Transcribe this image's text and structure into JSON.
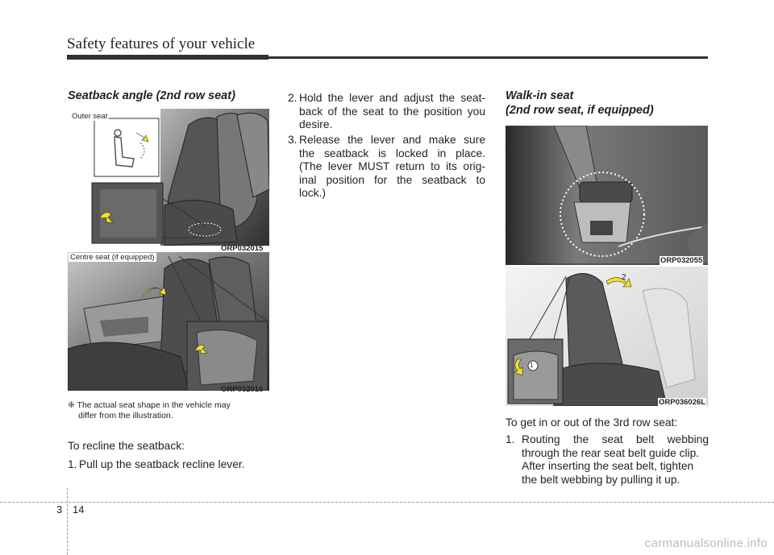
{
  "header": {
    "title": "Safety features of your vehicle"
  },
  "left": {
    "section_title": "Seatback angle (2nd row seat)",
    "fig1": {
      "label": "Outer seat",
      "code": "ORP032015"
    },
    "fig2": {
      "label": "Centre seat (if equipped)",
      "code": "ORP032016"
    },
    "note_symbol": "❈",
    "note_line1": "The actual seat shape in the vehicle may",
    "note_line2": "differ from the illustration.",
    "recline_intro": "To recline the seatback:",
    "step1_num": "1.",
    "step1": "Pull up the seatback recline lever."
  },
  "middle": {
    "step2_num": "2.",
    "step2_l1": "Hold the lever and adjust the seat-",
    "step2_l2": "back of the seat to the position you",
    "step2_l3": "desire.",
    "step3_num": "3.",
    "step3_l1": "Release the lever and make sure",
    "step3_l2": "the seatback is locked in place.",
    "step3_l3": "(The lever MUST return to its orig-",
    "step3_l4": "inal position for the seatback to",
    "step3_l5": "lock.)"
  },
  "right": {
    "section_title_l1": "Walk-in seat",
    "section_title_l2": "(2nd row seat, if equipped)",
    "fig3": {
      "code": "ORP032055"
    },
    "fig4": {
      "code": "ORP036026L",
      "callout1": "1",
      "callout2": "2"
    },
    "intro": "To get in or out of the 3rd row seat:",
    "step1_num": "1.",
    "step1_l1": "Routing the seat belt webbing",
    "step1_l2": "through the rear seat belt guide clip.",
    "step1_l3": "After inserting the seat belt, tighten",
    "step1_l4": "the belt webbing by pulling it up."
  },
  "footer": {
    "chapter": "3",
    "page": "14"
  },
  "watermark": "carmanualsonline.info",
  "colors": {
    "arrow": "#f2e21c",
    "seat_dark": "#3a3a3a",
    "seat_light": "#9a9a9a"
  }
}
